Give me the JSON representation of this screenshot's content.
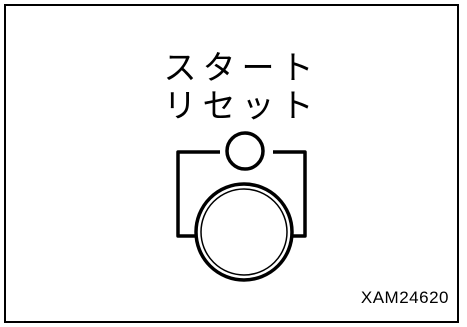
{
  "labels": {
    "line1": "スタート",
    "line2": "リセット"
  },
  "figure_code": "XAM24620",
  "icons": {
    "indicator": "indicator-lamp-icon",
    "button": "start-reset-button-icon"
  },
  "colors": {
    "stroke": "#000000",
    "background": "#ffffff"
  }
}
